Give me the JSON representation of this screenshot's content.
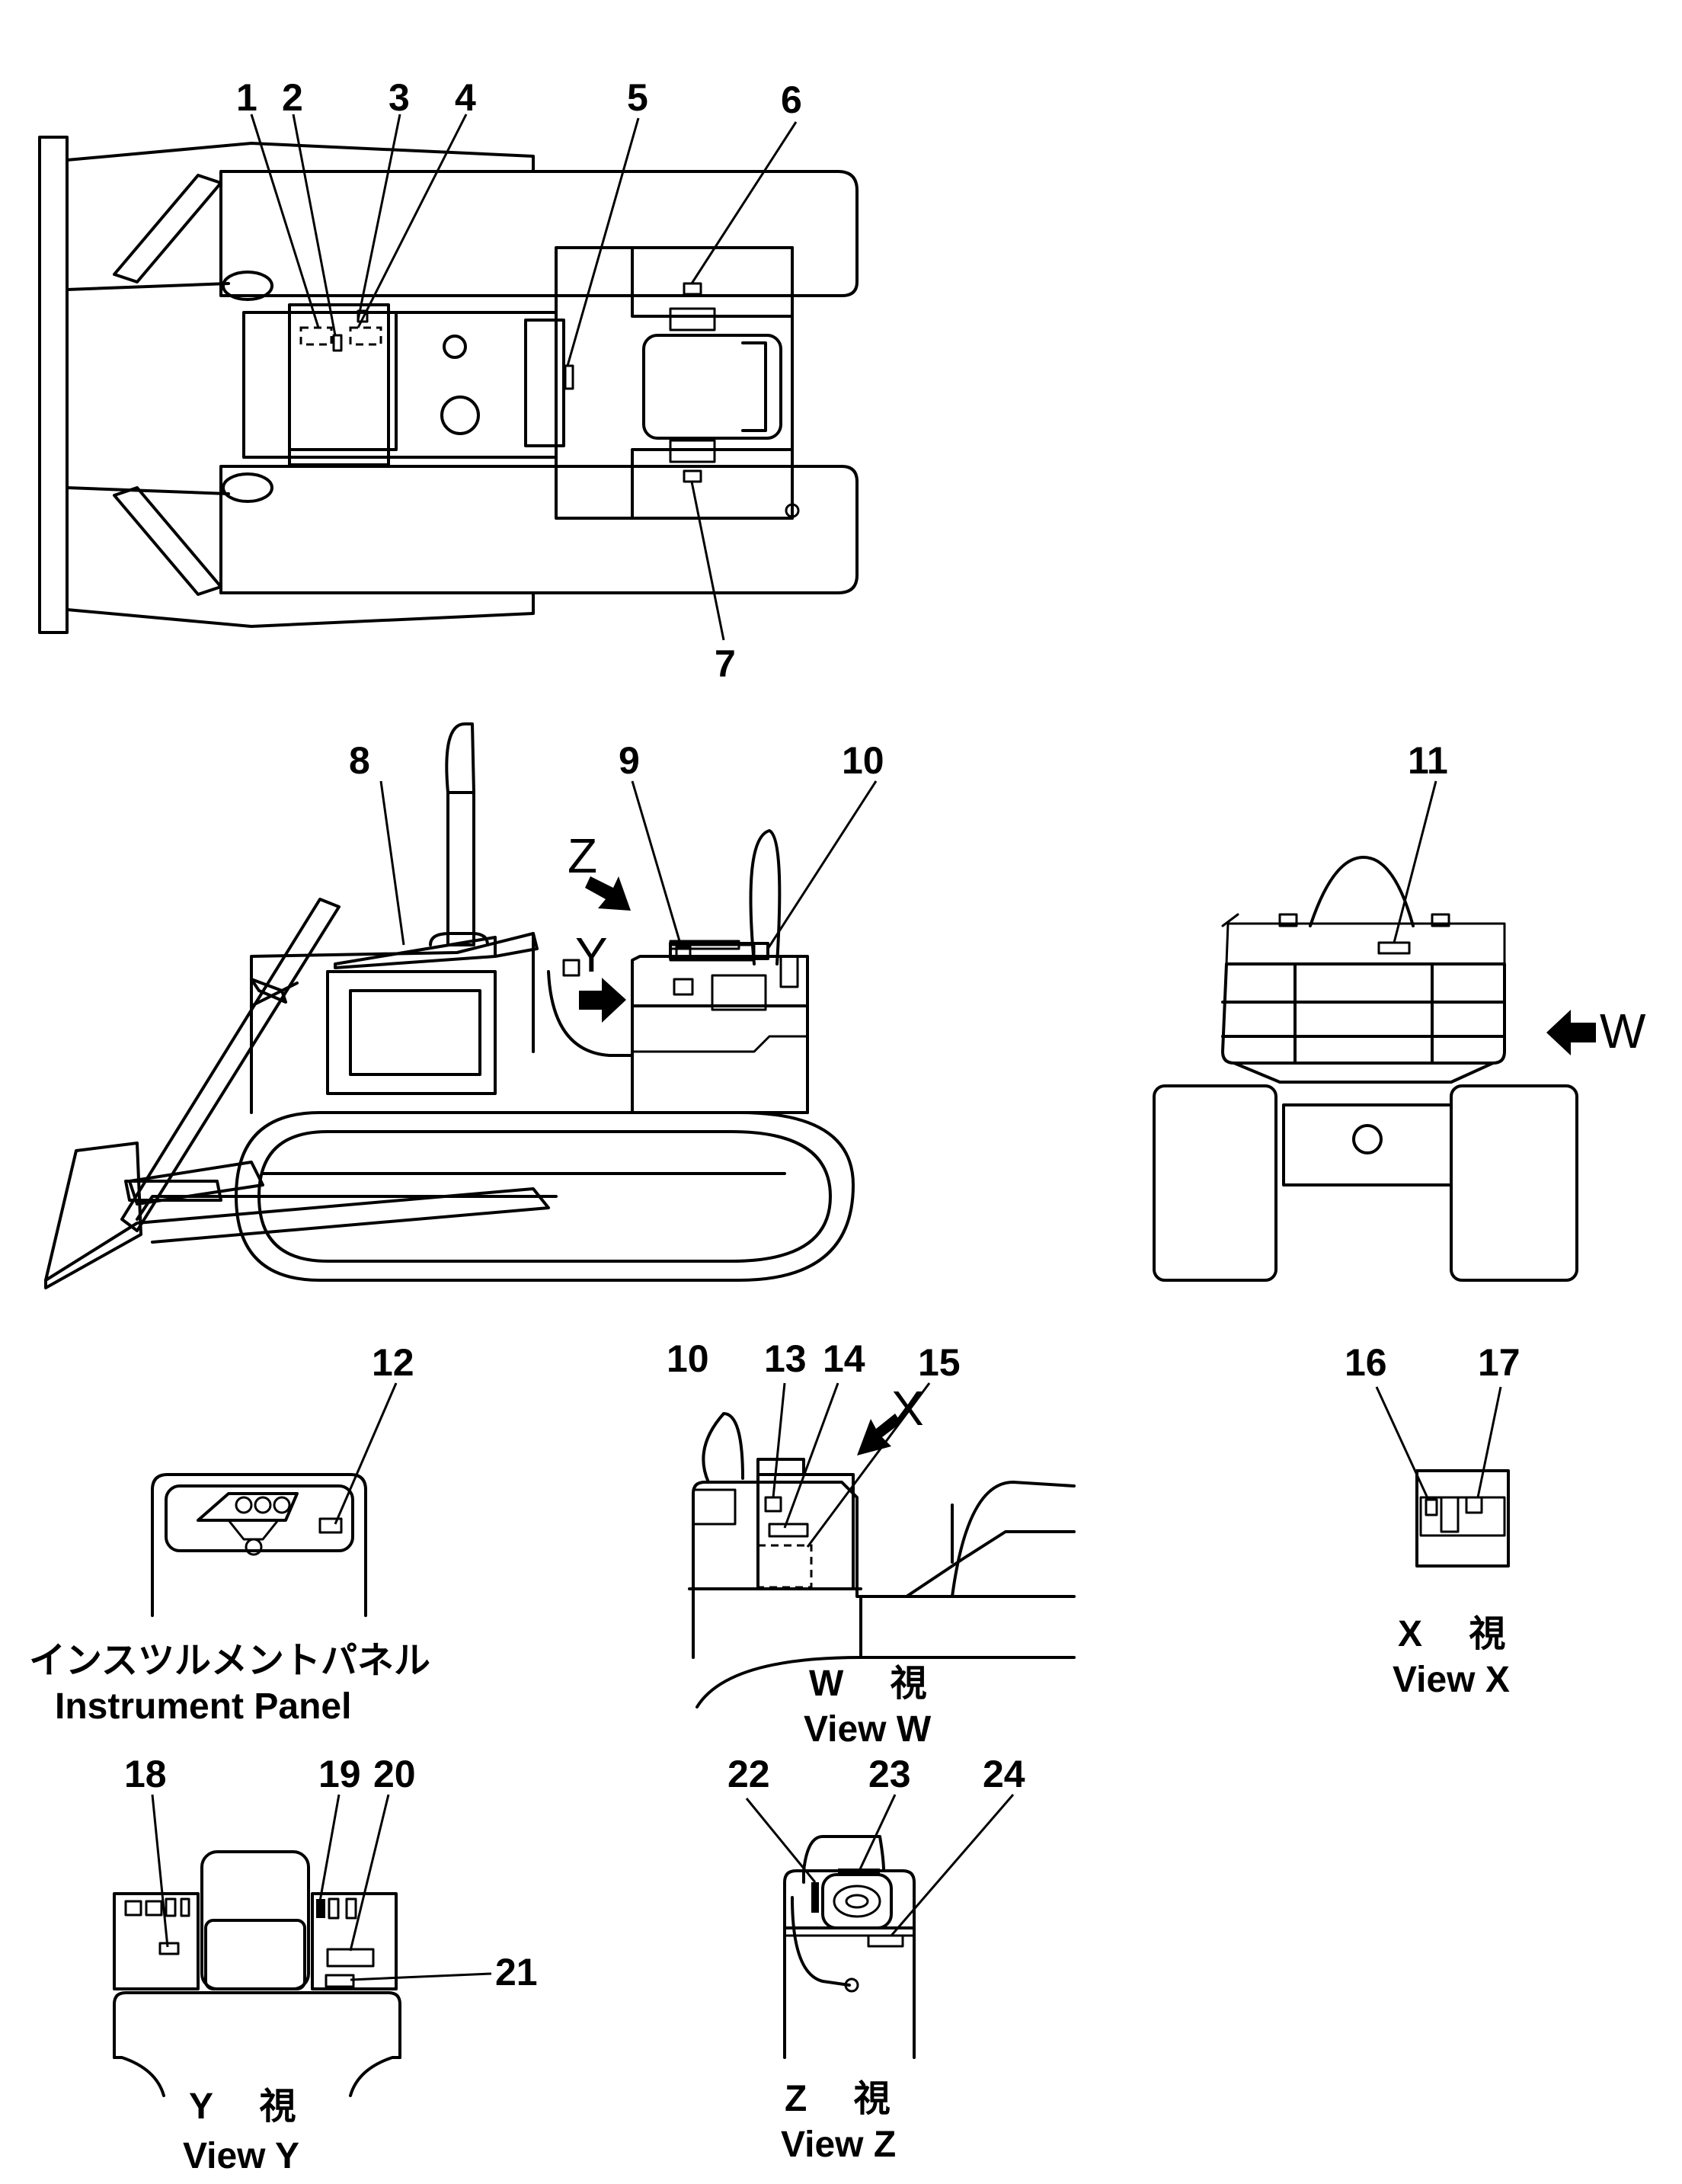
{
  "callouts": {
    "c1": "1",
    "c2": "2",
    "c3": "3",
    "c4": "4",
    "c5": "5",
    "c6": "6",
    "c7": "7",
    "c8": "8",
    "c9": "9",
    "c10": "10",
    "c10b": "10",
    "c11": "11",
    "c12": "12",
    "c13": "13",
    "c14": "14",
    "c15": "15",
    "c16": "16",
    "c17": "17",
    "c18": "18",
    "c19": "19",
    "c20": "20",
    "c21": "21",
    "c22": "22",
    "c23": "23",
    "c24": "24"
  },
  "view_markers": {
    "z": "Z",
    "y": "Y",
    "w": "W",
    "x": "X"
  },
  "captions": {
    "instrument_panel_jp": "インスツルメントパネル",
    "instrument_panel_en": "Instrument Panel",
    "view_w_jp": "W　 視",
    "view_w_en": "View  W",
    "view_x_jp": "X　 視",
    "view_x_en": "View  X",
    "view_y_jp": "Y　 視",
    "view_y_en": "View  Y",
    "view_z_jp": "Z　 視",
    "view_z_en": "View  Z"
  }
}
